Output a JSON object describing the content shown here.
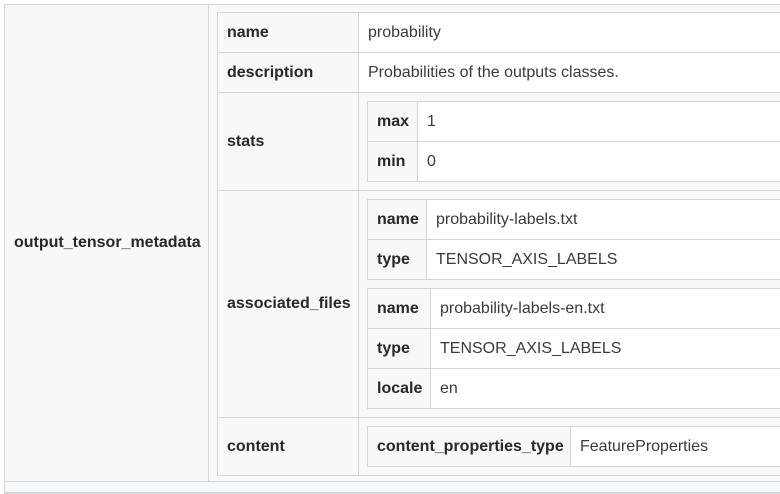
{
  "metadata": {
    "section_key": "output_tensor_metadata",
    "rows": {
      "name": {
        "key": "name",
        "value": "probability"
      },
      "description": {
        "key": "description",
        "value": "Probabilities of the outputs classes."
      },
      "stats": {
        "key": "stats",
        "max": {
          "key": "max",
          "value": "1"
        },
        "min": {
          "key": "min",
          "value": "0"
        }
      },
      "associated_files": {
        "key": "associated_files",
        "files": [
          {
            "name": {
              "key": "name",
              "value": "probability-labels.txt"
            },
            "type": {
              "key": "type",
              "value": "TENSOR_AXIS_LABELS"
            }
          },
          {
            "name": {
              "key": "name",
              "value": "probability-labels-en.txt"
            },
            "type": {
              "key": "type",
              "value": "TENSOR_AXIS_LABELS"
            },
            "locale": {
              "key": "locale",
              "value": "en"
            }
          }
        ]
      },
      "content": {
        "key": "content",
        "content_properties_type": {
          "key": "content_properties_type",
          "value": "FeatureProperties"
        }
      }
    }
  }
}
